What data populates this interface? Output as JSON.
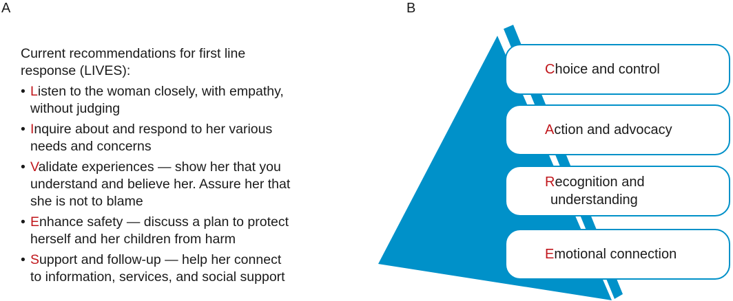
{
  "panel_a": {
    "label": "A",
    "intro_lines": [
      "Current recommendations for first line",
      "response (LIVES):"
    ],
    "bullet": "•",
    "items": [
      {
        "letter": "L",
        "lines": [
          "isten to the woman closely, with empathy,",
          "without judging"
        ]
      },
      {
        "letter": "I",
        "lines": [
          "nquire about and respond to her various",
          "needs and concerns"
        ]
      },
      {
        "letter": "V",
        "lines": [
          "alidate experiences — show her that you",
          "understand and believe her. Assure her that",
          "she is not to blame"
        ]
      },
      {
        "letter": "E",
        "lines": [
          "nhance safety — discuss a plan to protect",
          "herself and her children from harm"
        ]
      },
      {
        "letter": "S",
        "lines": [
          "upport and follow-up — help her connect",
          "to information, services, and social support"
        ]
      }
    ]
  },
  "panel_b": {
    "label": "B",
    "boxes": [
      {
        "letter": "C",
        "lines": [
          "hoice and control"
        ]
      },
      {
        "letter": "A",
        "lines": [
          "ction and advocacy"
        ]
      },
      {
        "letter": "R",
        "lines": [
          "ecognition and",
          "understanding"
        ]
      },
      {
        "letter": "E",
        "lines": [
          "motional connection"
        ]
      }
    ]
  },
  "colors": {
    "blue": "#0091c9",
    "accent_red": "#c0161b"
  }
}
